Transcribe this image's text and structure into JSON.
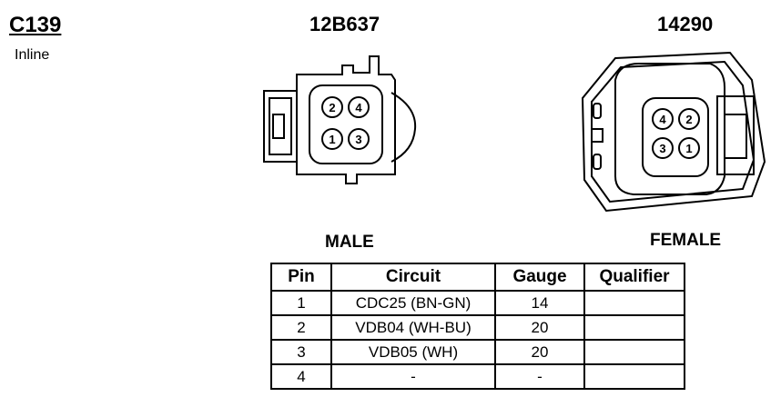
{
  "header": {
    "connector_id": "C139",
    "connector_type": "Inline"
  },
  "male": {
    "part_number": "12B637",
    "label": "MALE",
    "pins": [
      "2",
      "4",
      "1",
      "3"
    ]
  },
  "female": {
    "part_number": "14290",
    "label": "FEMALE",
    "pins": [
      "4",
      "2",
      "3",
      "1"
    ]
  },
  "table": {
    "headers": [
      "Pin",
      "Circuit",
      "Gauge",
      "Qualifier"
    ],
    "rows": [
      {
        "pin": "1",
        "circuit": "CDC25 (BN-GN)",
        "gauge": "14",
        "qualifier": ""
      },
      {
        "pin": "2",
        "circuit": "VDB04 (WH-BU)",
        "gauge": "20",
        "qualifier": ""
      },
      {
        "pin": "3",
        "circuit": "VDB05 (WH)",
        "gauge": "20",
        "qualifier": ""
      },
      {
        "pin": "4",
        "circuit": "-",
        "gauge": "-",
        "qualifier": ""
      }
    ]
  }
}
